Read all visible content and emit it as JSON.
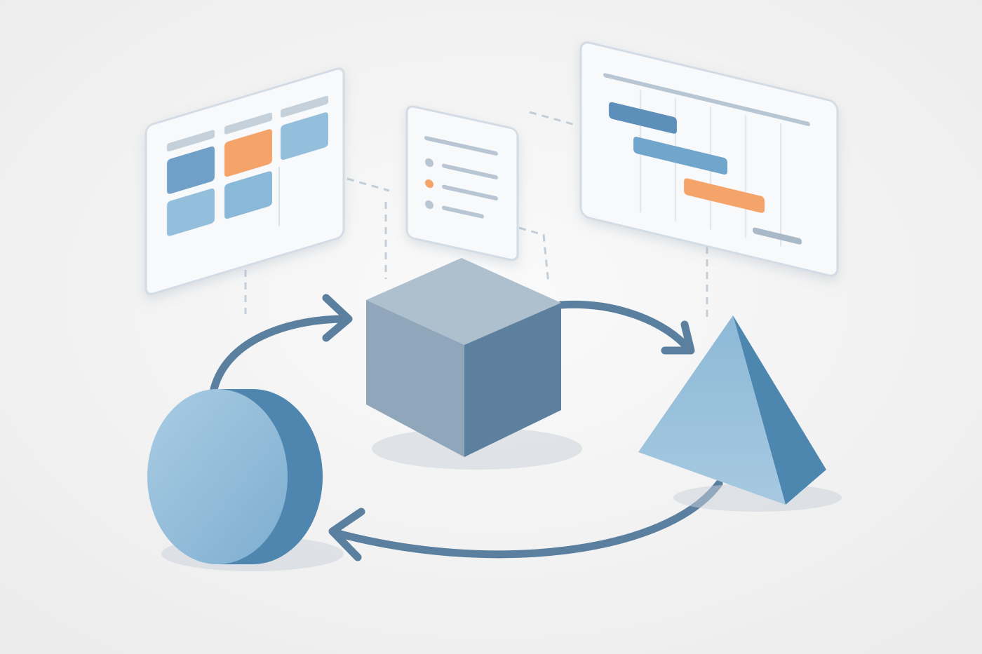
{
  "illustration": {
    "panels": [
      {
        "name": "kanban-board-panel",
        "icon": "grid-board-icon"
      },
      {
        "name": "checklist-panel",
        "icon": "list-icon"
      },
      {
        "name": "gantt-chart-panel",
        "icon": "gantt-icon"
      }
    ],
    "shapes": [
      "cylinder",
      "cube",
      "triangular-prism"
    ],
    "cycle_arrows": 3
  },
  "colors": {
    "background": "#f3f3f3",
    "panel": "#f8f9fb",
    "panel_border": "#d3dce5",
    "blue": "#5b8fb9",
    "light_blue": "#93bfdc",
    "orange": "#f4a468",
    "gray_bar": "#b8c6d3",
    "arrow": "#5a7f9f"
  }
}
